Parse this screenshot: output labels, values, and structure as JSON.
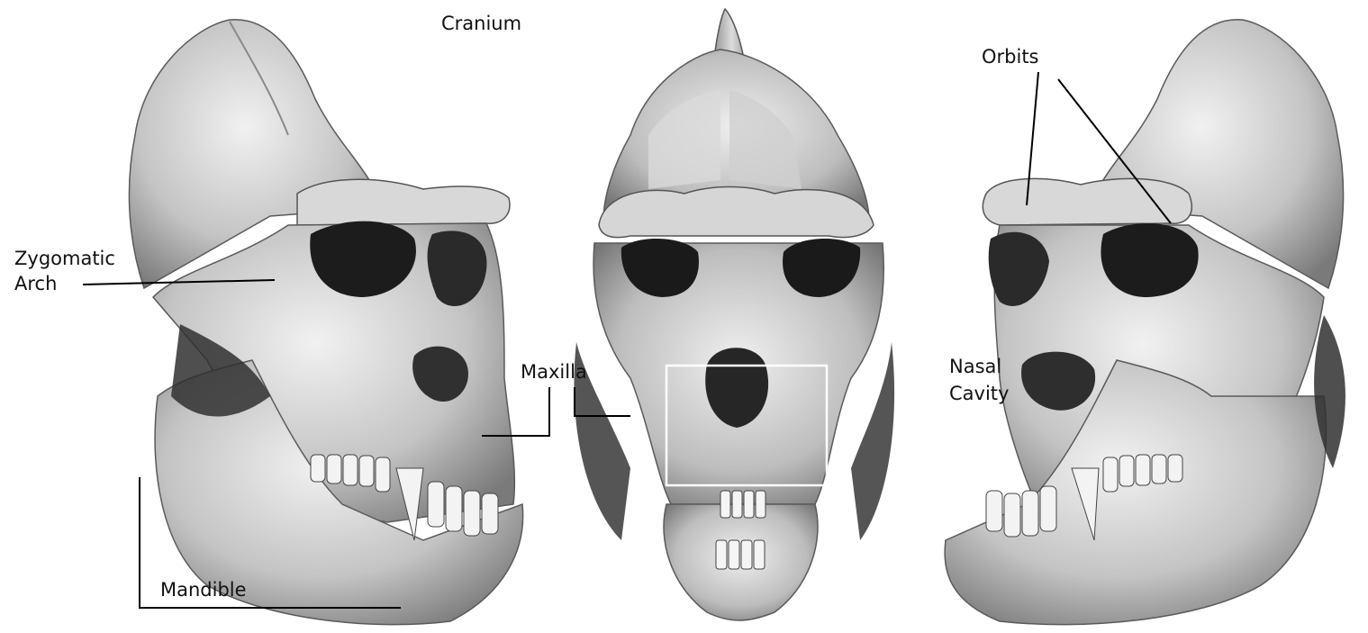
{
  "figure": {
    "title": "Cranium",
    "labels": {
      "zygomatic_line1": "Zygomatic",
      "zygomatic_line2": "Arch",
      "maxilla": "Maxilla",
      "mandible": "Mandible",
      "orbits": "Orbits",
      "nasal_line1": "Nasal",
      "nasal_line2": "Cavity"
    },
    "colors": {
      "bone_light": "#e9e9e9",
      "bone_mid": "#b9b9b9",
      "bone_dark": "#6f6f6f",
      "shadow": "#202020",
      "leader": "#000000",
      "highlight_box": "#ffffff"
    }
  }
}
